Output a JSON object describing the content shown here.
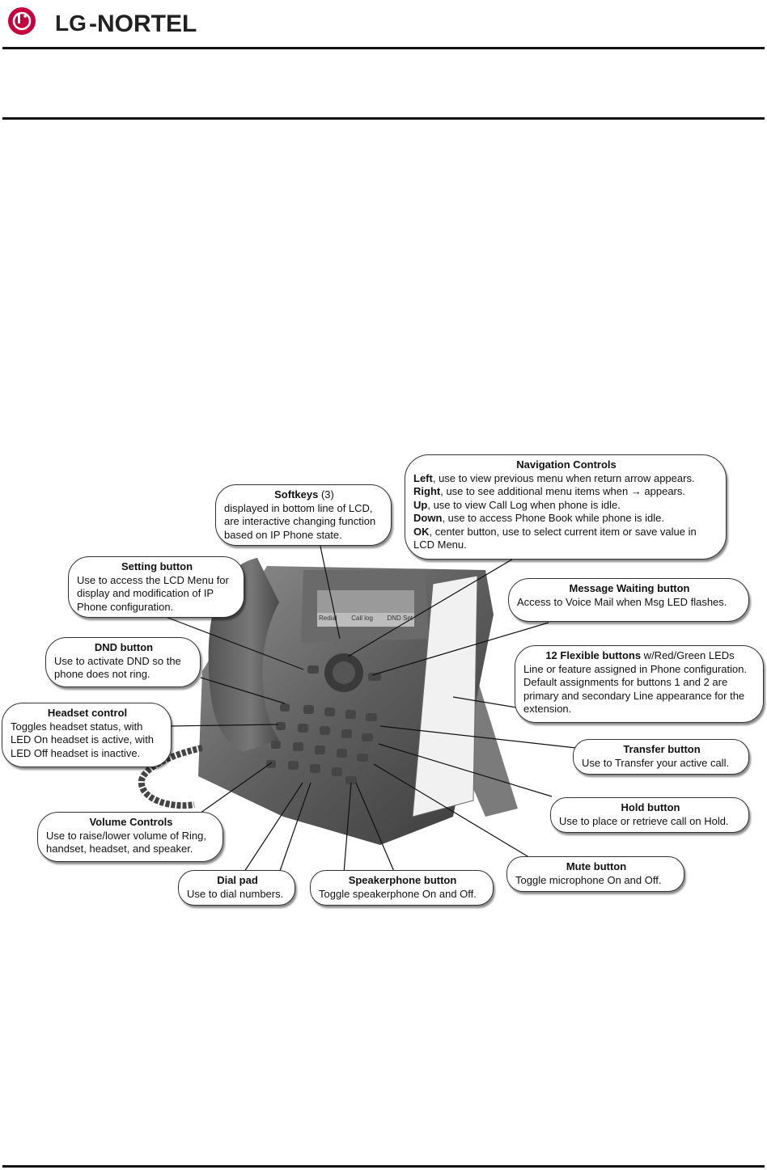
{
  "header": {
    "logo_lg": "LG",
    "logo_brand": "-NORTEL",
    "brand_color": "#c5003e"
  },
  "callouts": {
    "softkeys": {
      "title": "Softkeys",
      "title_suffix": " (3)",
      "body": "displayed in bottom line of LCD, are interactive changing function based on IP Phone state."
    },
    "navigation": {
      "title": "Navigation Controls",
      "items": [
        {
          "key": "Left",
          "text": ", use to view previous menu when return arrow appears."
        },
        {
          "key": "Right",
          "text": ", use to see additional menu items when → appears."
        },
        {
          "key": "Up",
          "text": ", use to view Call Log when phone is idle."
        },
        {
          "key": "Down",
          "text": ", use to access Phone Book while phone is idle."
        },
        {
          "key": "OK",
          "text": ", center button, use to select current item or save value in LCD Menu."
        }
      ]
    },
    "setting": {
      "title": "Setting button",
      "body": "Use to access the LCD Menu for display and modification of IP Phone configuration."
    },
    "message_waiting": {
      "title": "Message Waiting button",
      "body": "Access to Voice Mail when Msg LED flashes."
    },
    "dnd": {
      "title": "DND button",
      "body": "Use to activate DND so the phone does not ring."
    },
    "flexible": {
      "title": "12 Flexible buttons",
      "title_suffix": " w/Red/Green LEDs",
      "body": "Line or feature assigned in Phone configuration.  Default assignments for buttons 1 and 2 are primary and secondary Line appearance for the extension."
    },
    "headset": {
      "title": "Headset control",
      "body": "Toggles headset status, with LED On headset is active, with LED Off headset is inactive."
    },
    "transfer": {
      "title": "Transfer button",
      "body": "Use to Transfer your active call."
    },
    "hold": {
      "title": "Hold button",
      "body": "Use to place or retrieve call on Hold."
    },
    "volume": {
      "title": "Volume Controls",
      "body": "Use to raise/lower volume of Ring, handset, headset, and speaker."
    },
    "mute": {
      "title": "Mute button",
      "body": "Toggle microphone On and Off."
    },
    "dialpad": {
      "title": "Dial pad",
      "body": "Use to dial numbers."
    },
    "speakerphone": {
      "title": "Speakerphone button",
      "body": "Toggle speakerphone On and Off."
    }
  },
  "lcd": {
    "softkey_labels": [
      "Redial",
      "Call log",
      "DND Set"
    ]
  }
}
